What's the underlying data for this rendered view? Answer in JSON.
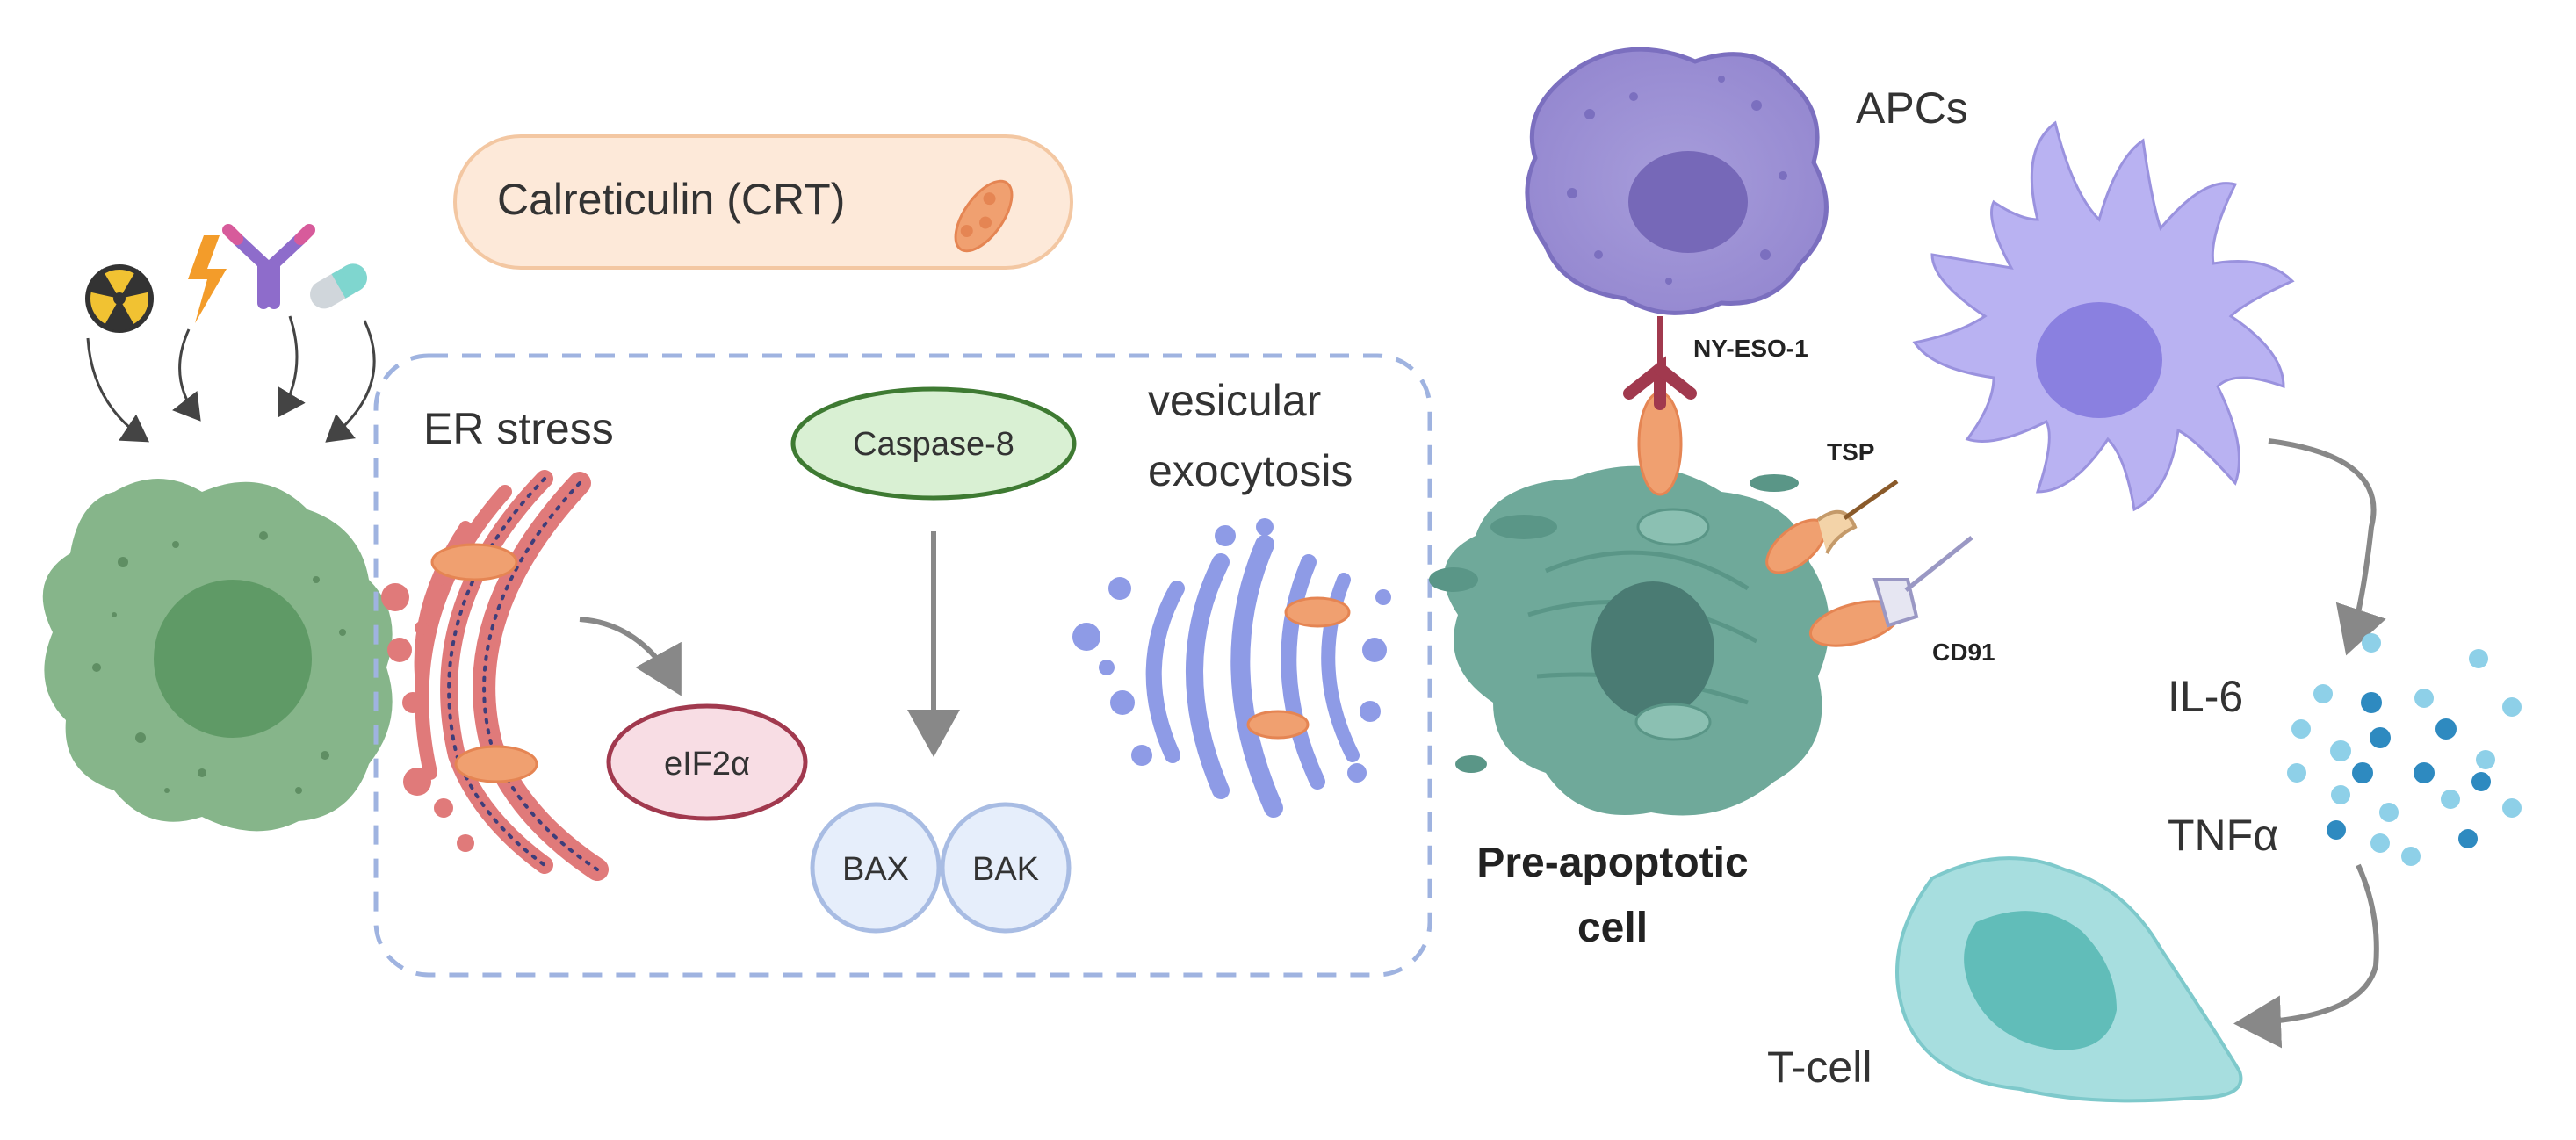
{
  "crt_badge": {
    "label": "Calreticulin  (CRT)"
  },
  "er_stress": {
    "label": "ER stress"
  },
  "caspase": {
    "label": "Caspase-8"
  },
  "vesicular": {
    "line1": "vesicular",
    "line2": "exocytosis"
  },
  "eif2a": {
    "label": "eIF2α"
  },
  "bax": {
    "label": "BAX"
  },
  "bak": {
    "label": "BAK"
  },
  "pre_apoptotic": {
    "line1": "Pre-apoptotic",
    "line2": "cell"
  },
  "apcs": {
    "label": "APCs"
  },
  "receptors": {
    "nyeso": "NY-ESO-1",
    "tsp": "TSP",
    "cd91": "CD91"
  },
  "cytokines": {
    "il6": "IL-6",
    "tnfa": "TNFα"
  },
  "tcell": {
    "label": "T-cell"
  },
  "colors": {
    "crt_orange": "#F0A070",
    "tumor_green": "#86B58A",
    "pre_apoptotic_teal": "#6FA99A",
    "macrophage_purple": "#9F94D6",
    "dendritic_lavender": "#B9B2F2",
    "tcell_cyan": "#9FDCDD",
    "dashed_box_blue": "#9FB3E0",
    "er_red": "#E07A7A",
    "golgi_blue": "#8E9BE6",
    "caspase_green": "#D9F0D3",
    "eif2a_pink": "#F8DDE4",
    "bax_bak_blue": "#E6EEFB"
  }
}
